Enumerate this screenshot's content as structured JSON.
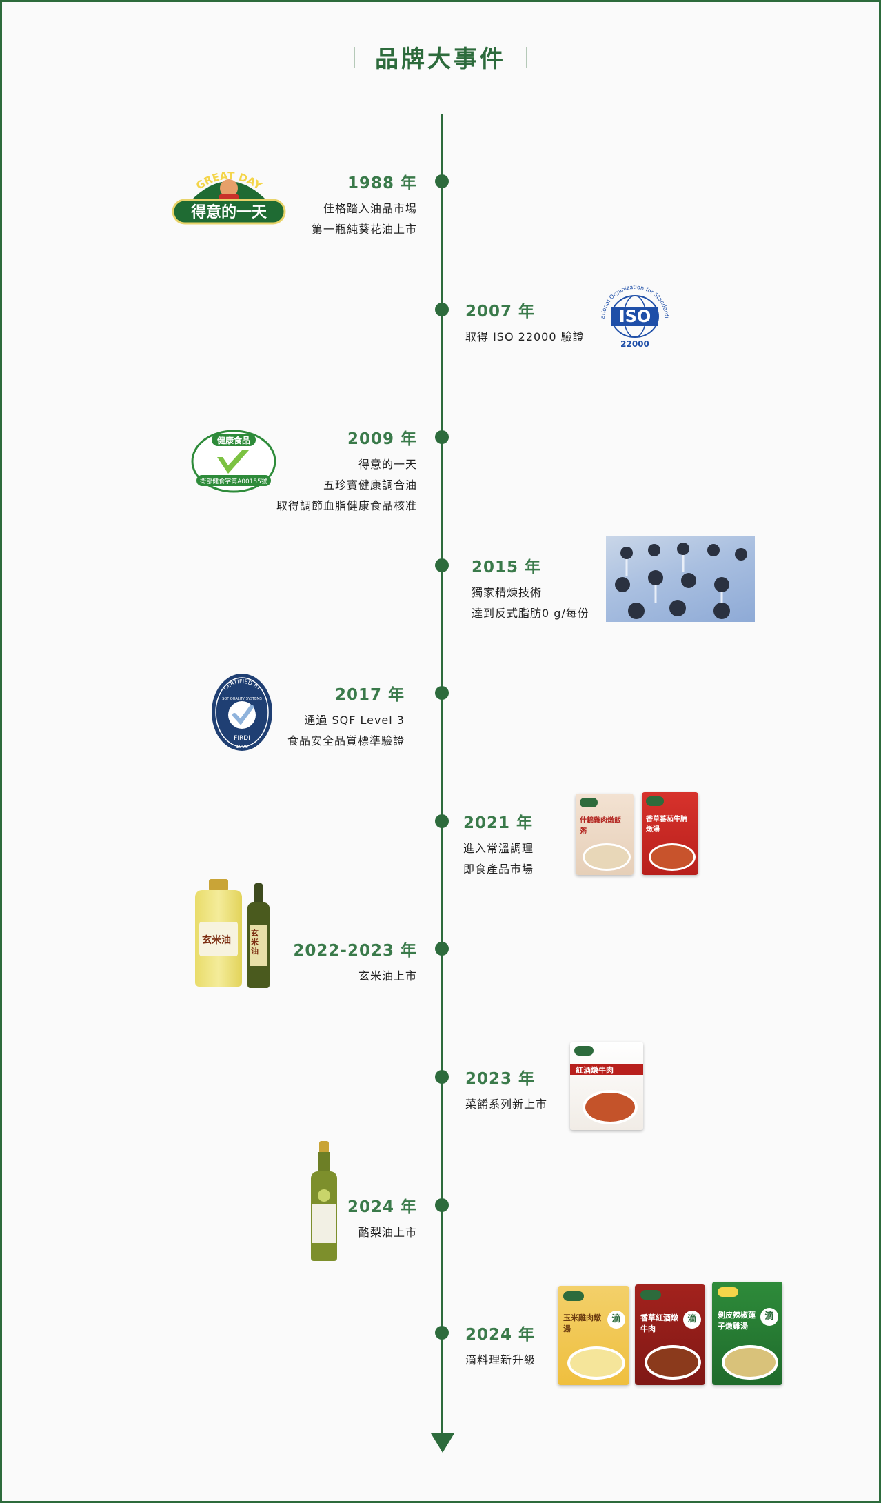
{
  "page": {
    "title": "品牌大事件",
    "accent_color": "#2d6b3c"
  },
  "logos": {
    "brand_arc": "GREAT DAY",
    "brand_name": "得意的一天",
    "iso_ring": "International Organization for Standardization",
    "iso_word": "ISO",
    "iso_number": "22000",
    "health_top": "健康食品",
    "health_bottom": "衛部健食字第A00155號",
    "sqf_top": "CERTIFIED BY",
    "sqf_mid": "SQF QUALITY SYSTEMS",
    "sqf_fdi": "FIRDI",
    "sqf_year": "1996",
    "pack_text_2021a": "什錦雞肉燉飯粥",
    "pack_text_2021b": "香草蕃茄牛腩燉湯",
    "bottle_text_a": "玄米油",
    "bottle_text_b": "玄米油",
    "pack_text_2023": "紅酒燉牛肉",
    "pack_text_2024a": "玉米雞肉燉湯",
    "pack_text_2024b": "香草紅酒燉牛肉",
    "pack_text_2024c": "剝皮辣椒蓮子燉雞湯",
    "pack_drop": "滴"
  },
  "events": [
    {
      "year": "1988 年",
      "lines": [
        "佳格踏入油品市場",
        "第一瓶純葵花油上市"
      ]
    },
    {
      "year": "2007 年",
      "lines": [
        "取得 ISO 22000 驗證"
      ]
    },
    {
      "year": "2009 年",
      "lines": [
        "得意的一天",
        "五珍寶健康調合油",
        "取得調節血脂健康食品核准"
      ]
    },
    {
      "year": "2015 年",
      "lines": [
        "獨家精煉技術",
        "達到反式脂肪0 g/每份"
      ]
    },
    {
      "year": "2017 年",
      "lines": [
        "通過 SQF Level 3",
        "食品安全品質標準驗證"
      ]
    },
    {
      "year": "2021 年",
      "lines": [
        "進入常溫調理",
        "即食產品市場"
      ]
    },
    {
      "year": "2022-2023 年",
      "lines": [
        "玄米油上市"
      ]
    },
    {
      "year": "2023 年",
      "lines": [
        "菜餚系列新上市"
      ]
    },
    {
      "year": "2024 年",
      "lines": [
        "酪梨油上市"
      ]
    },
    {
      "year": "2024 年",
      "lines": [
        "滴料理新升級"
      ]
    }
  ]
}
